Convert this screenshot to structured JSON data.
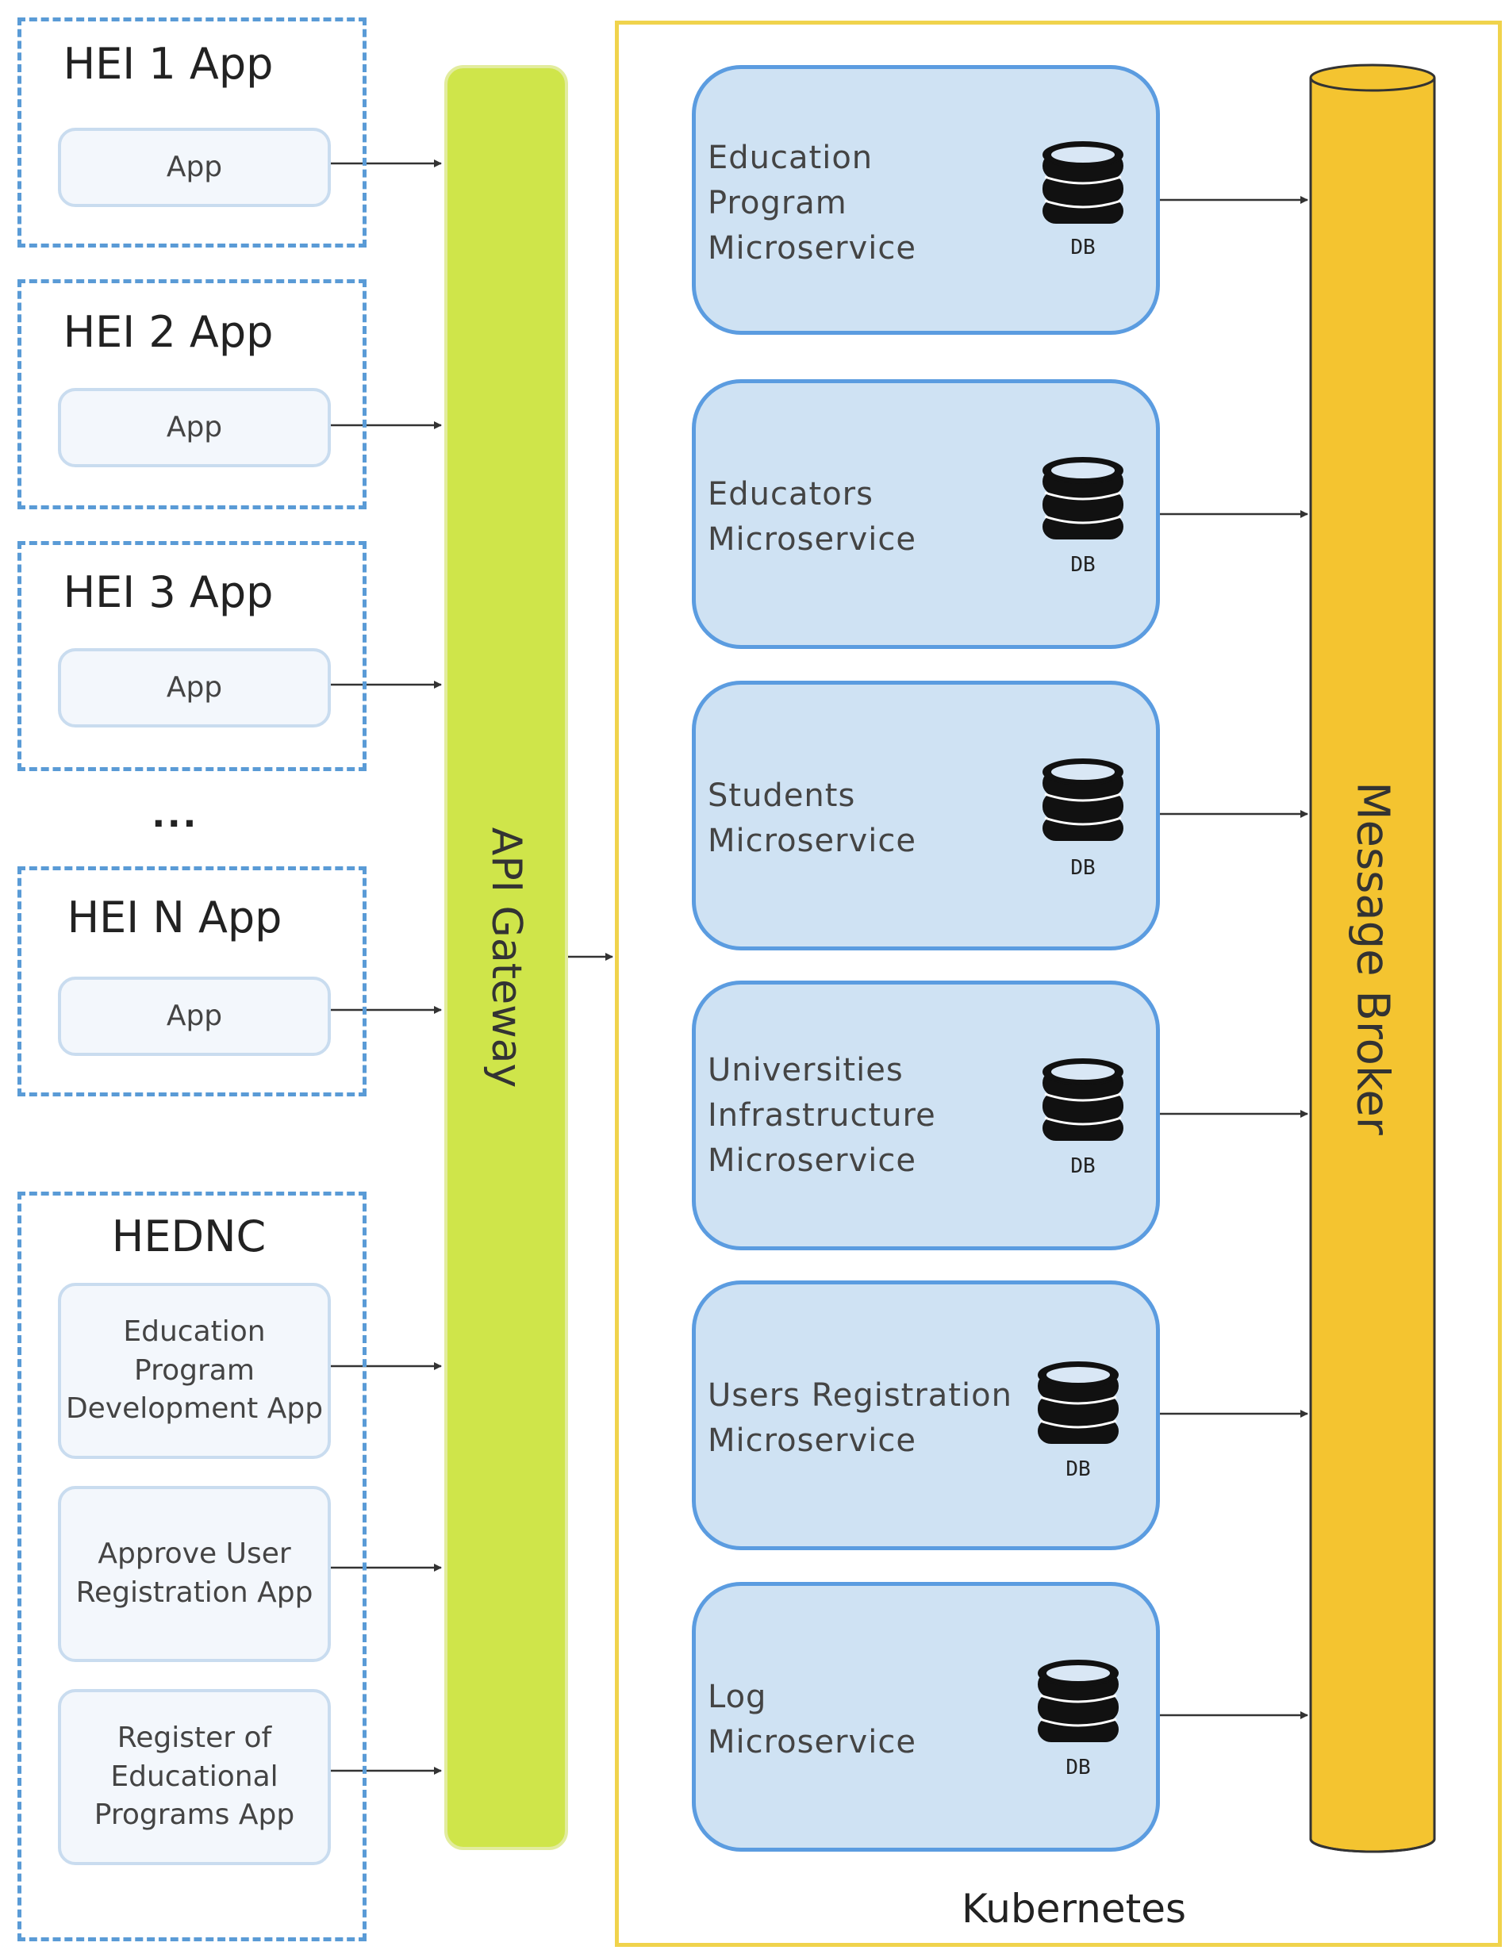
{
  "hei_groups": [
    {
      "title": "HEI 1 App",
      "app_label": "App"
    },
    {
      "title": "HEI 2 App",
      "app_label": "App"
    },
    {
      "title": "HEI 3 App",
      "app_label": "App"
    },
    {
      "title": "HEI N App",
      "app_label": "App"
    }
  ],
  "ellipsis": "...",
  "hednc": {
    "title": "HEDNC",
    "apps": [
      "Education Program\nDevelopment App",
      "Approve User\nRegistration App",
      "Register of\nEducational\nPrograms App"
    ]
  },
  "api_gateway": {
    "label": "API Gateway"
  },
  "kubernetes": {
    "label": "Kubernetes"
  },
  "microservices": [
    {
      "label": "Education\nProgram\nMicroservice",
      "db": "DB"
    },
    {
      "label": "Educators\nMicroservice",
      "db": "DB"
    },
    {
      "label": "Students\nMicroservice",
      "db": "DB"
    },
    {
      "label": "Universities\nInfrastructure\nMicroservice",
      "db": "DB"
    },
    {
      "label": "Users Registration\nMicroservice",
      "db": "DB"
    },
    {
      "label": "Log\nMicroservice",
      "db": "DB"
    }
  ],
  "message_broker": {
    "label": "Message Broker"
  },
  "colors": {
    "dashed_border": "#5a9bd6",
    "api_gateway": "#cfe54a",
    "kubernetes_border": "#f0d34c",
    "microservice_fill": "#cfe2f3",
    "microservice_border": "#5b9ce0",
    "message_broker": "#f4c430"
  }
}
